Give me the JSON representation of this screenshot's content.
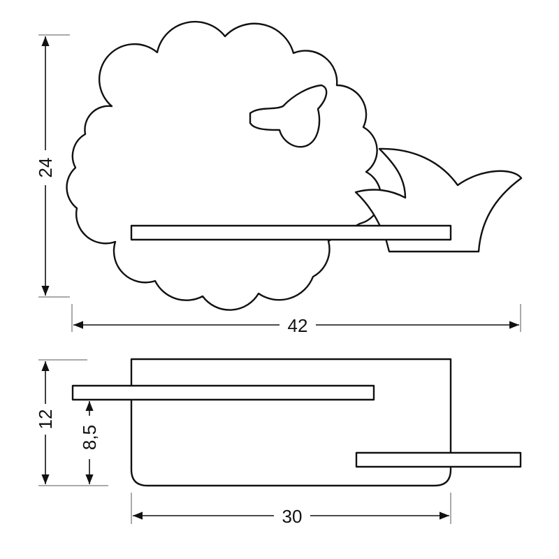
{
  "dimensions": {
    "top_height": "24",
    "total_width": "42",
    "depth": "12",
    "lower_shelf_height": "8,5",
    "back_width": "30"
  },
  "colors": {
    "line": "#111111",
    "background": "#ffffff"
  }
}
